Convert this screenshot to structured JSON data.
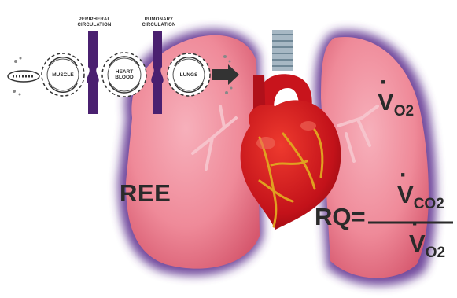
{
  "diagram": {
    "circulation_labels": {
      "peripheral": "PERIPHERAL CIRCULATION",
      "pulmonary": "PUMONARY CIRCULATION"
    },
    "gears": {
      "muscle": "MUSCLE",
      "heart_blood": "HEART BLOOD",
      "lungs": "LUNGS"
    },
    "labels": {
      "ree": "REE",
      "vo2_symbol": "V",
      "vo2_sub": "O2",
      "rq_prefix": "RQ=",
      "rq_num_symbol": "V",
      "rq_num_sub": "CO2",
      "rq_den_symbol": "V",
      "rq_den_sub": "O2"
    },
    "colors": {
      "lung": "#f08a98",
      "lung_dark": "#d9556c",
      "halo": "#5a2a8c",
      "heart": "#c8141c",
      "vessel": "#e0a020",
      "trachea": "#a7b8c4",
      "bar": "#4a2070"
    }
  }
}
